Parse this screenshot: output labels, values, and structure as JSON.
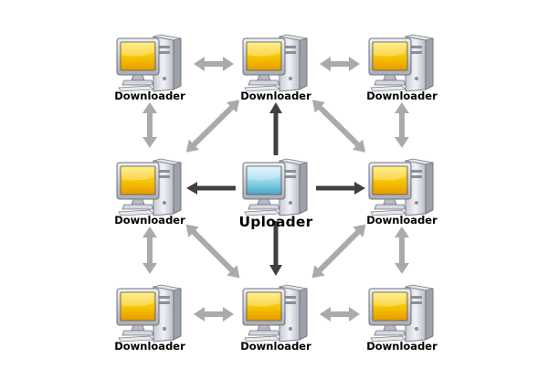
{
  "nodes": [
    {
      "id": "n1",
      "label": "Downloader",
      "role": "downloader"
    },
    {
      "id": "n2",
      "label": "Downloader",
      "role": "downloader"
    },
    {
      "id": "n3",
      "label": "Downloader",
      "role": "downloader"
    },
    {
      "id": "n4",
      "label": "Downloader",
      "role": "downloader"
    },
    {
      "id": "n5",
      "label": "Uploader",
      "role": "uploader"
    },
    {
      "id": "n6",
      "label": "Downloader",
      "role": "downloader"
    },
    {
      "id": "n7",
      "label": "Downloader",
      "role": "downloader"
    },
    {
      "id": "n8",
      "label": "Downloader",
      "role": "downloader"
    },
    {
      "id": "n9",
      "label": "Downloader",
      "role": "downloader"
    }
  ],
  "edges": [
    {
      "from": "n1",
      "to": "n2",
      "style": "bidirectional"
    },
    {
      "from": "n2",
      "to": "n3",
      "style": "bidirectional"
    },
    {
      "from": "n7",
      "to": "n8",
      "style": "bidirectional"
    },
    {
      "from": "n8",
      "to": "n9",
      "style": "bidirectional"
    },
    {
      "from": "n1",
      "to": "n4",
      "style": "bidirectional"
    },
    {
      "from": "n4",
      "to": "n7",
      "style": "bidirectional"
    },
    {
      "from": "n3",
      "to": "n6",
      "style": "bidirectional"
    },
    {
      "from": "n6",
      "to": "n9",
      "style": "bidirectional"
    },
    {
      "from": "n4",
      "to": "n2",
      "style": "bidirectional"
    },
    {
      "from": "n2",
      "to": "n6",
      "style": "bidirectional"
    },
    {
      "from": "n4",
      "to": "n8",
      "style": "bidirectional"
    },
    {
      "from": "n8",
      "to": "n6",
      "style": "bidirectional"
    },
    {
      "from": "n5",
      "to": "n2",
      "style": "upload"
    },
    {
      "from": "n5",
      "to": "n4",
      "style": "upload"
    },
    {
      "from": "n5",
      "to": "n6",
      "style": "upload"
    },
    {
      "from": "n5",
      "to": "n8",
      "style": "upload"
    }
  ],
  "colors": {
    "downloader_screen": "#f6c300",
    "uploader_screen": "#8fd3e6",
    "peer_arrow": "#aaaaaa",
    "upload_arrow": "#404040",
    "label": "#000000"
  },
  "icons": {
    "downloader": "computer-icon",
    "uploader": "computer-icon"
  }
}
